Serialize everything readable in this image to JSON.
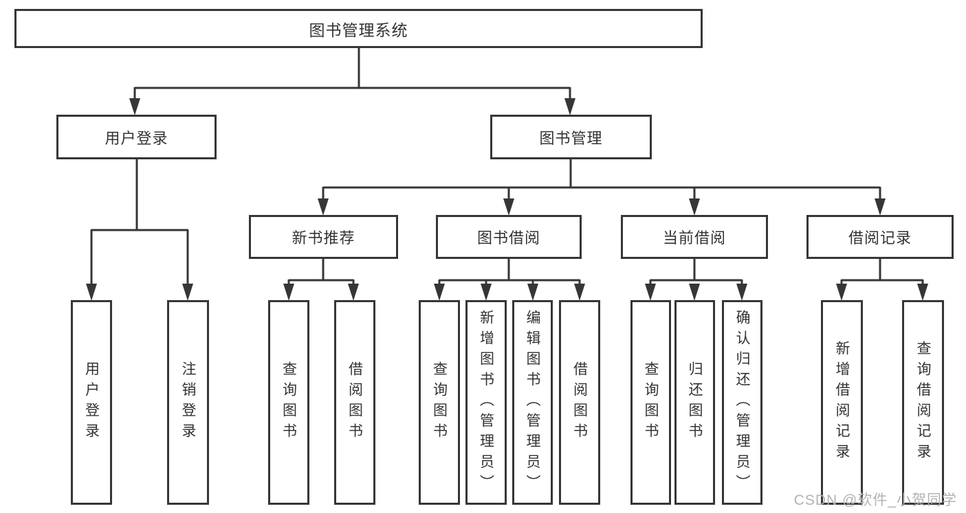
{
  "diagram": {
    "type": "hierarchy-tree",
    "root": {
      "label": "图书管理系统"
    },
    "level1": [
      {
        "label": "用户登录",
        "parent": "图书管理系统"
      },
      {
        "label": "图书管理",
        "parent": "图书管理系统"
      }
    ],
    "level2": [
      {
        "label": "新书推荐",
        "parent": "图书管理"
      },
      {
        "label": "图书借阅",
        "parent": "图书管理"
      },
      {
        "label": "当前借阅",
        "parent": "图书管理"
      },
      {
        "label": "借阅记录",
        "parent": "图书管理"
      }
    ],
    "leaves": [
      {
        "label": "用户登录",
        "parent": "用户登录"
      },
      {
        "label": "注销登录",
        "parent": "用户登录"
      },
      {
        "label": "查询图书",
        "parent": "新书推荐"
      },
      {
        "label": "借阅图书",
        "parent": "新书推荐"
      },
      {
        "label": "查询图书",
        "parent": "图书借阅"
      },
      {
        "label": "新增图书（管理员）",
        "parent": "图书借阅"
      },
      {
        "label": "编辑图书（管理员）",
        "parent": "图书借阅"
      },
      {
        "label": "借阅图书",
        "parent": "图书借阅"
      },
      {
        "label": "查询图书",
        "parent": "当前借阅"
      },
      {
        "label": "归还图书",
        "parent": "当前借阅"
      },
      {
        "label": "确认归还（管理员）",
        "parent": "当前借阅"
      },
      {
        "label": "新增借阅记录",
        "parent": "借阅记录"
      },
      {
        "label": "查询借阅记录",
        "parent": "借阅记录"
      }
    ]
  },
  "watermark": {
    "text": "CSDN @软件_小贺同学"
  },
  "colors": {
    "line": "#363636",
    "box_border": "#363636",
    "text": "#333333",
    "watermark": "#b3b3b3",
    "background": "#ffffff"
  }
}
